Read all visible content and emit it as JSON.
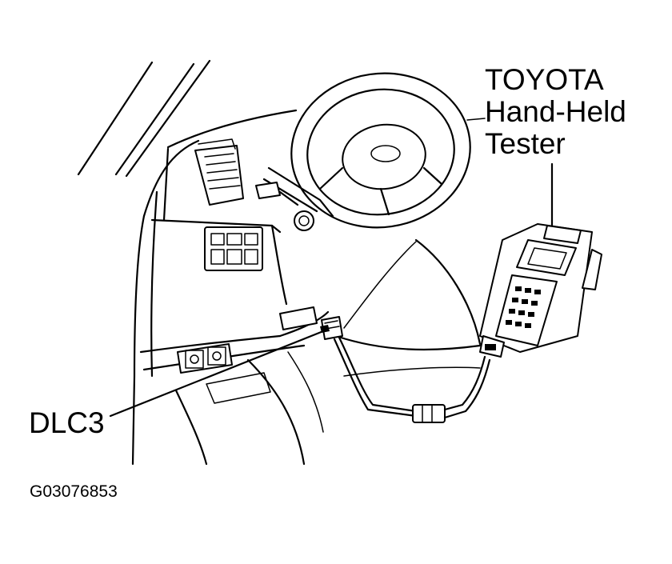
{
  "labels": {
    "tester_line1": "TOYOTA",
    "tester_line2": "Hand-Held",
    "tester_line3": "Tester",
    "dlc3": "DLC3",
    "figure_code": "G03076853"
  }
}
